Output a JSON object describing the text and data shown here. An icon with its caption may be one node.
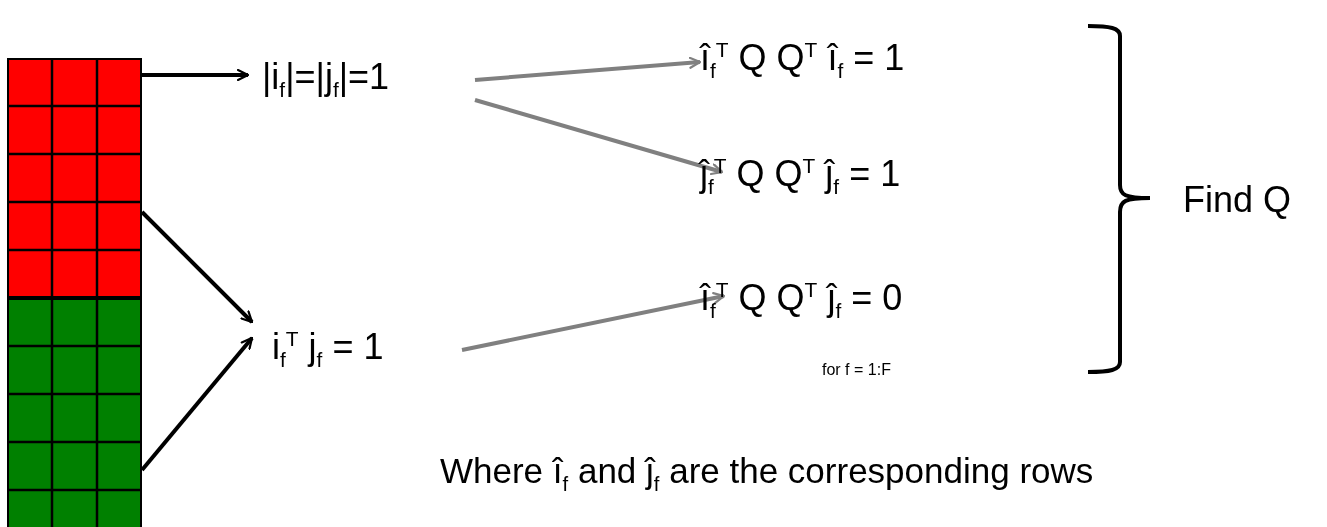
{
  "diagram": {
    "nodes": [
      {
        "text": [],
        "shape": "box"
      },
      {
        "text": [],
        "shape": "box"
      },
      {
        "text": [
          "|i$_{f}$|=|j$_{f}$|=1"
        ]
      },
      {
        "text": [
          "i$_{f}$$^{T}$ j$_{f}$ = 1"
        ]
      },
      {
        "text": [
          "î$_{f}$$^{T}$ Q Q$^{T}$ î$_{f}$ = 1"
        ]
      },
      {
        "text": [
          "ĵ$_{f}$$^{T}$ Q Q$^{T}$ ĵ$_{f}$ = 1"
        ]
      },
      {
        "text": [
          "î$_{f}$$^{T}$ Q Q$^{T}$ ĵ$_{f}$ = 0"
        ]
      },
      {
        "text": [
          "Find Q"
        ]
      }
    ],
    "edges": [
      {
        "from": 0,
        "to": 2,
        "arrow": "to"
      },
      {
        "from": 0,
        "to": 3,
        "arrow": "to"
      },
      {
        "from": 1,
        "to": 3,
        "arrow": "to"
      },
      {
        "from": 2,
        "to": 4,
        "arrow": "to",
        "color": "#808080"
      },
      {
        "from": 2,
        "to": 5,
        "arrow": "to",
        "color": "#808080"
      },
      {
        "from": 3,
        "to": 6,
        "arrow": "to",
        "color": "#808080"
      }
    ],
    "labels": [
      "for f = 1:F",
      "Where î$_{f}$ and ĵ$_{f}$ are the corresponding rows"
    ]
  }
}
